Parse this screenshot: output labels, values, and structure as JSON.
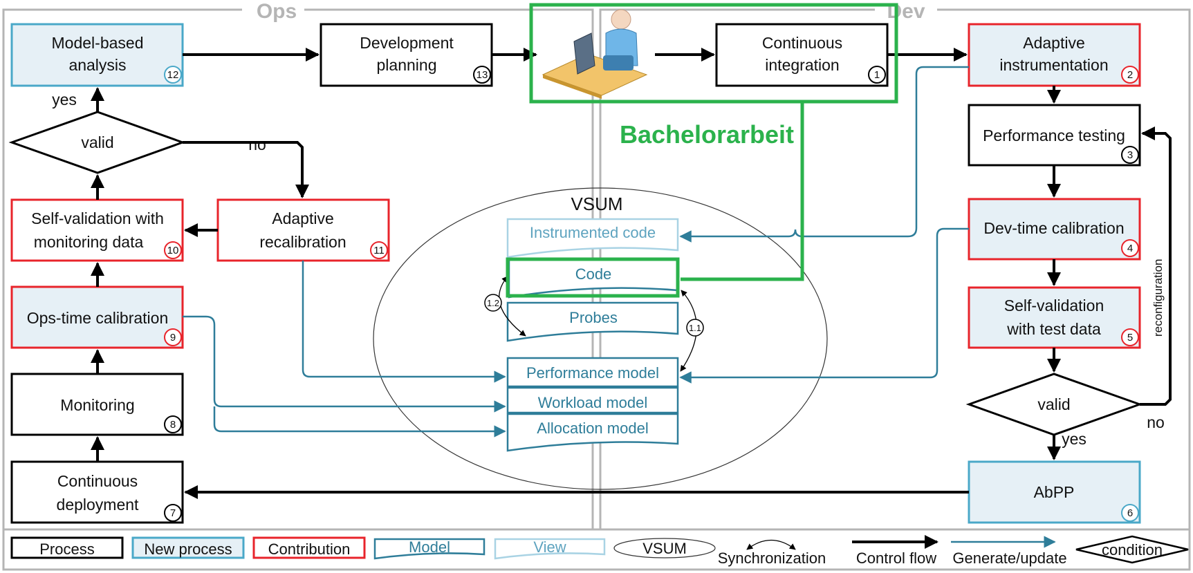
{
  "sections": {
    "ops": "Ops",
    "dev": "Dev"
  },
  "highlight": {
    "label": "Bachelorarbeit"
  },
  "ops_nodes": {
    "model_based_analysis": {
      "line1": "Model-based",
      "line2": "analysis",
      "num": "12"
    },
    "development_planning": {
      "line1": "Development",
      "line2": "planning",
      "num": "13"
    },
    "valid": {
      "label": "valid",
      "yes": "yes",
      "no": "no"
    },
    "self_validation_monitoring": {
      "line1": "Self-validation with",
      "line2": "monitoring data",
      "num": "10"
    },
    "adaptive_recalibration": {
      "line1": "Adaptive",
      "line2": "recalibration",
      "num": "11"
    },
    "ops_time_calibration": {
      "line1": "Ops-time calibration",
      "num": "9"
    },
    "monitoring": {
      "line1": "Monitoring",
      "num": "8"
    },
    "continuous_deployment": {
      "line1": "Continuous",
      "line2": "deployment",
      "num": "7"
    }
  },
  "dev_nodes": {
    "continuous_integration": {
      "line1": "Continuous",
      "line2": "integration",
      "num": "1"
    },
    "adaptive_instrumentation": {
      "line1": "Adaptive",
      "line2": "instrumentation",
      "num": "2"
    },
    "performance_testing": {
      "line1": "Performance testing",
      "num": "3"
    },
    "dev_time_calibration": {
      "line1": "Dev-time calibration",
      "num": "4"
    },
    "self_validation_test": {
      "line1": "Self-validation",
      "line2": "with test data",
      "num": "5"
    },
    "valid": {
      "label": "valid",
      "yes": "yes",
      "no": "no"
    },
    "abpp": {
      "line1": "AbPP",
      "num": "6"
    },
    "reconfiguration": "reconfiguration"
  },
  "vsum": {
    "title": "VSUM",
    "instrumented_code": "Instrumented code",
    "code": "Code",
    "probes": "Probes",
    "performance_model": "Performance model",
    "workload_model": "Workload model",
    "allocation_model": "Allocation model",
    "sync_1_1": "1.1",
    "sync_1_2": "1.2"
  },
  "legend": {
    "process": "Process",
    "new_process": "New process",
    "contribution": "Contribution",
    "model": "Model",
    "view": "View",
    "vsum": "VSUM",
    "synchronization": "Synchronization",
    "control_flow": "Control flow",
    "generate_update": "Generate/update",
    "condition": "condition"
  },
  "colors": {
    "process_border": "#000000",
    "new_process_border": "#4aa8c8",
    "new_process_fill": "#e6f0f6",
    "contribution_border": "#e8242b",
    "model": "#2e7d99",
    "view": "#a9d3e4",
    "highlight": "#2bb24c",
    "section_border": "#b5b5b5"
  }
}
